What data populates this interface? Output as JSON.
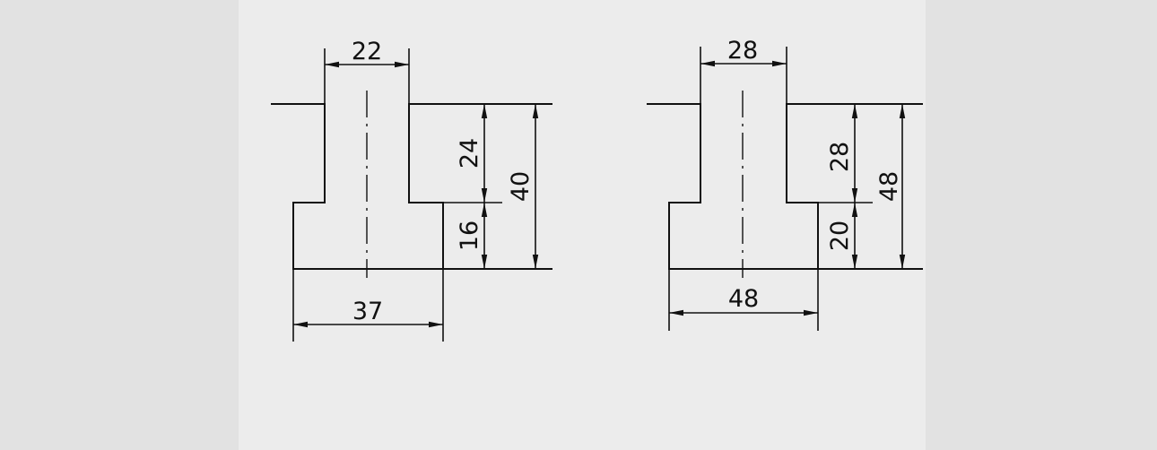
{
  "figures": [
    {
      "id": "left",
      "dims": {
        "top_width": "22",
        "upper_height": "24",
        "lower_height": "16",
        "total_height": "40",
        "base_width": "37"
      }
    },
    {
      "id": "right",
      "dims": {
        "top_width": "28",
        "upper_height": "28",
        "lower_height": "20",
        "total_height": "48",
        "base_width": "48"
      }
    }
  ],
  "colors": {
    "page_bg": "#e2e2e2",
    "panel_bg": "#ececec",
    "ink": "#111111"
  }
}
